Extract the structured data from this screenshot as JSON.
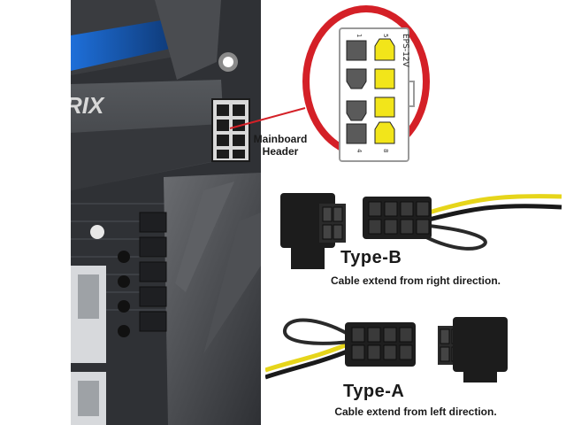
{
  "board": {
    "logo_text": "RIX"
  },
  "pinout": {
    "title": "EPS-12V",
    "pin_numbers": [
      "1",
      "5",
      "4",
      "8"
    ],
    "colors": {
      "ground": "#5a5a5a",
      "power": "#f2e51a",
      "ring": "#d42027"
    }
  },
  "mainboard_header": {
    "line1": "Mainboard",
    "line2": "Header"
  },
  "type_b": {
    "title": "Type-B",
    "description": "Cable extend from right direction."
  },
  "type_a": {
    "title": "Type-A",
    "description": "Cable extend from left direction."
  }
}
